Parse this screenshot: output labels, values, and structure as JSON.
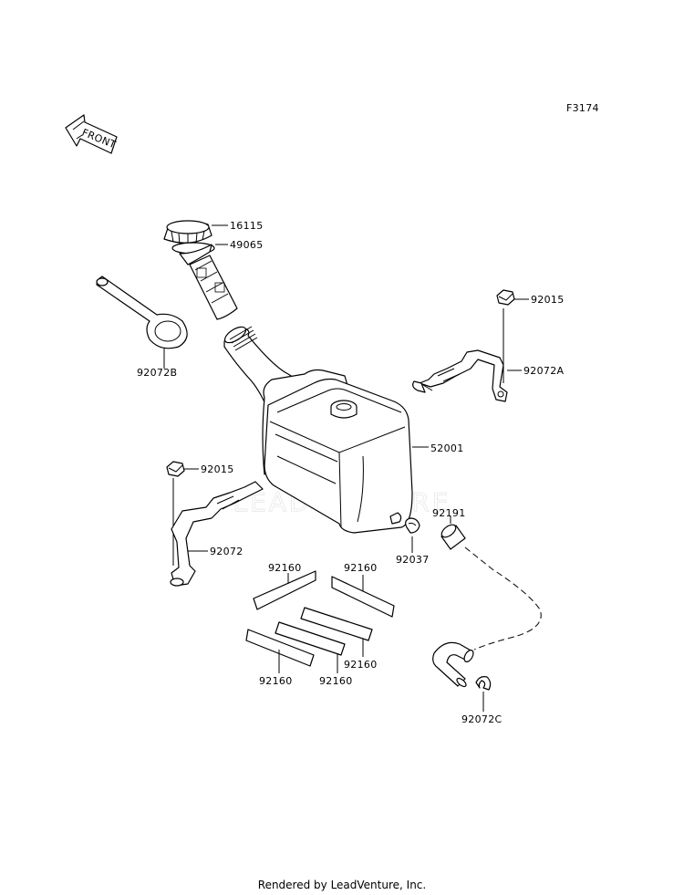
{
  "figure_code": "F3174",
  "front_arrow_text": "FRONT",
  "watermark": "LEADVENTURE",
  "footer": "Rendered by LeadVenture, Inc.",
  "callouts": {
    "cap": "16115",
    "gasket": "49065",
    "strap_b": "92072B",
    "nut_right": "92015",
    "band_a": "92072A",
    "tank": "52001",
    "nut_left": "92015",
    "band": "92072",
    "hose": "92191",
    "clamp": "92037",
    "pad_1": "92160",
    "pad_2": "92160",
    "pad_3": "92160",
    "pad_4": "92160",
    "pad_5": "92160",
    "clip_c": "92072C"
  }
}
